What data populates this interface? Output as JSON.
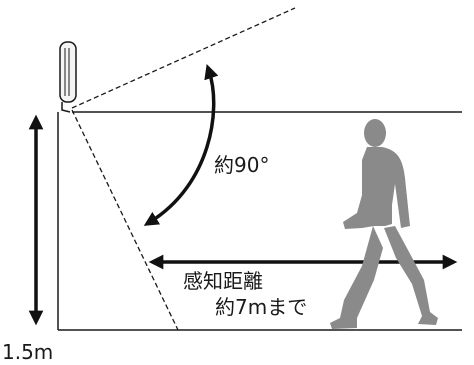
{
  "colors": {
    "line": "#1a1a1a",
    "arrow": "#111111",
    "person": "#8a8a8a",
    "sensor_body": "#f4f4f4"
  },
  "labels": {
    "angle": "約90°",
    "range_title": "感知距離",
    "range_value": "約7mまで",
    "height": "1.5m"
  },
  "icons": {
    "sensor": "wall-mounted-sensor-icon",
    "person": "walking-person-icon"
  }
}
